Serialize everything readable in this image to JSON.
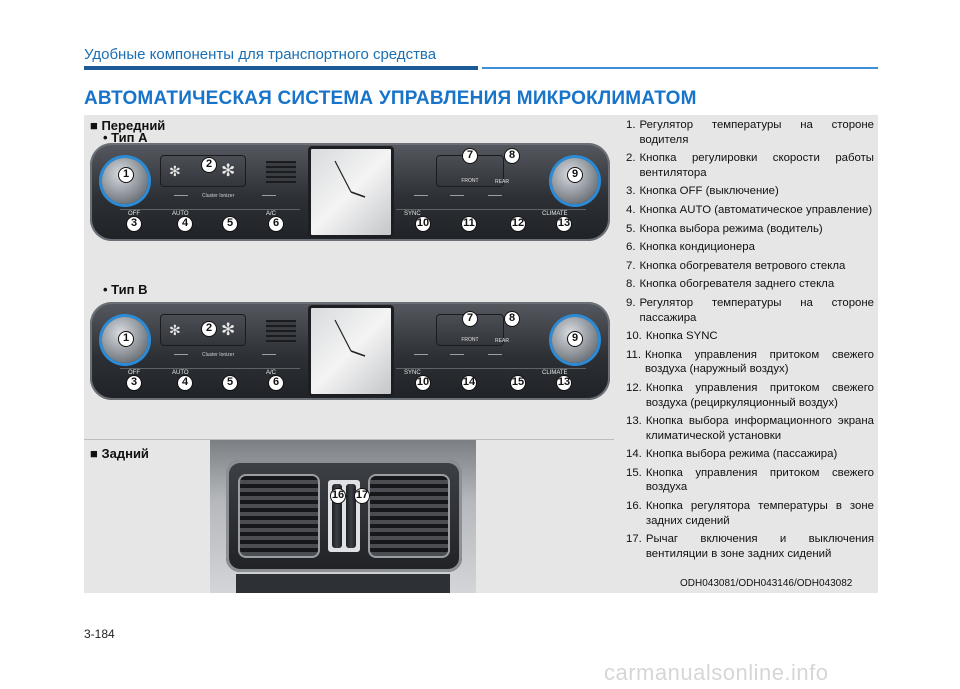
{
  "header": {
    "title": "Удобные компоненты для транспортного средства"
  },
  "section": {
    "title": "АВТОМАТИЧЕСКАЯ СИСТЕМА УПРАВЛЕНИЯ МИКРОКЛИМАТОМ"
  },
  "figure": {
    "front_label": "■ Передний",
    "type_a_label": "• Тип A",
    "type_b_label": "• Тип B",
    "rear_label": "■ Задний",
    "code": "ODH043081/ODH043146/ODH043082",
    "console": {
      "ionizer_text": "Cluster Ionizer",
      "front_text": "FRONT",
      "rear_text": "REAR",
      "btn_off": "OFF",
      "btn_auto": "AUTO",
      "btn_ac": "A/C",
      "btn_sync": "SYNC",
      "btn_climate": "CLIMATE"
    },
    "callouts_a": [
      "1",
      "2",
      "3",
      "4",
      "5",
      "6",
      "7",
      "8",
      "9",
      "10",
      "11",
      "12",
      "13"
    ],
    "callouts_b": [
      "1",
      "2",
      "3",
      "4",
      "5",
      "6",
      "7",
      "8",
      "9",
      "10",
      "14",
      "15",
      "13"
    ],
    "callouts_rear": [
      "16",
      "17"
    ]
  },
  "legend": [
    {
      "n": "1.",
      "t": "Регулятор температуры на стороне водителя"
    },
    {
      "n": "2.",
      "t": "Кнопка регулировки скорости работы вентилятора"
    },
    {
      "n": "3.",
      "t": "Кнопка OFF (выключение)"
    },
    {
      "n": "4.",
      "t": "Кнопка AUTO (автоматическое управление)"
    },
    {
      "n": "5.",
      "t": "Кнопка выбора режима (водитель)"
    },
    {
      "n": "6.",
      "t": "Кнопка кондиционера"
    },
    {
      "n": "7.",
      "t": "Кнопка обогревателя ветрового стекла"
    },
    {
      "n": "8.",
      "t": "Кнопка обогревателя заднего стекла"
    },
    {
      "n": "9.",
      "t": "Регулятор температуры на стороне пассажира"
    },
    {
      "n": "10.",
      "t": "Кнопка SYNC"
    },
    {
      "n": "11.",
      "t": "Кнопка управления притоком свежего воздуха (наружный воздух)"
    },
    {
      "n": "12.",
      "t": "Кнопка управления притоком свежего воздуха (рециркуляционный воздух)"
    },
    {
      "n": "13.",
      "t": "Кнопка выбора информационного экрана климатической установки"
    },
    {
      "n": "14.",
      "t": "Кнопка выбора режима (пассажира)"
    },
    {
      "n": "15.",
      "t": "Кнопка управления притоком свежего воздуха"
    },
    {
      "n": "16.",
      "t": "Кнопка регулятора температуры в зоне задних сидений"
    },
    {
      "n": "17.",
      "t": "Рычаг включения и выключения вентиляции в зоне задних сидений"
    }
  ],
  "page": {
    "number": "3-184",
    "watermark": "carmanualsonline.info"
  }
}
